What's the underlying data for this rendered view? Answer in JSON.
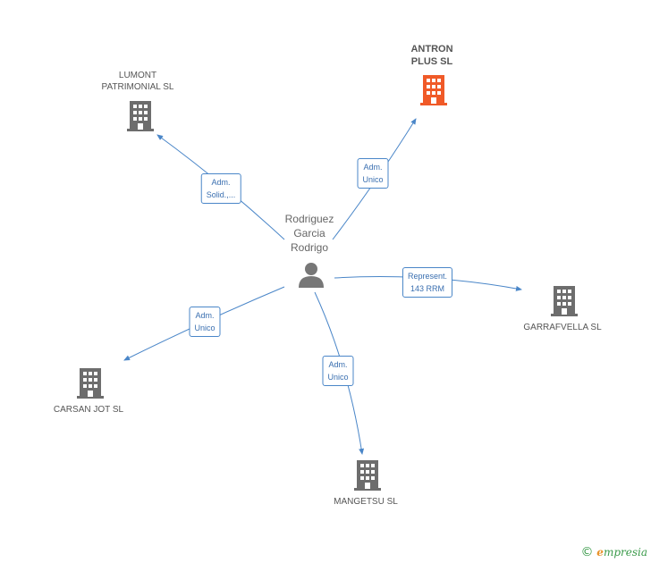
{
  "center": {
    "name_lines": [
      "Rodriguez",
      "Garcia",
      "Rodrigo"
    ]
  },
  "companies": {
    "antron": {
      "lines": [
        "ANTRON",
        "PLUS SL"
      ],
      "color": "#f05a28"
    },
    "lumont": {
      "lines": [
        "LUMONT",
        "PATRIMONIAL SL"
      ],
      "color": "#6d6d6d"
    },
    "garrafvella": {
      "lines": [
        "GARRAFVELLA SL"
      ],
      "color": "#6d6d6d"
    },
    "carsan": {
      "lines": [
        "CARSAN JOT SL"
      ],
      "color": "#6d6d6d"
    },
    "mangetsu": {
      "lines": [
        "MANGETSU  SL"
      ],
      "color": "#6d6d6d"
    }
  },
  "edges": {
    "lumont": [
      "Adm.",
      "Solid.,..."
    ],
    "antron": [
      "Adm.",
      "Unico"
    ],
    "garrafvella": [
      "Represent.",
      "143 RRM"
    ],
    "carsan": [
      "Adm.",
      "Unico"
    ],
    "mangetsu": [
      "Adm.",
      "Unico"
    ]
  },
  "colors": {
    "edge": "#4a86c8",
    "person": "#777777"
  },
  "brand": {
    "copyright": "©",
    "e": "e",
    "rest": "mpresia"
  }
}
